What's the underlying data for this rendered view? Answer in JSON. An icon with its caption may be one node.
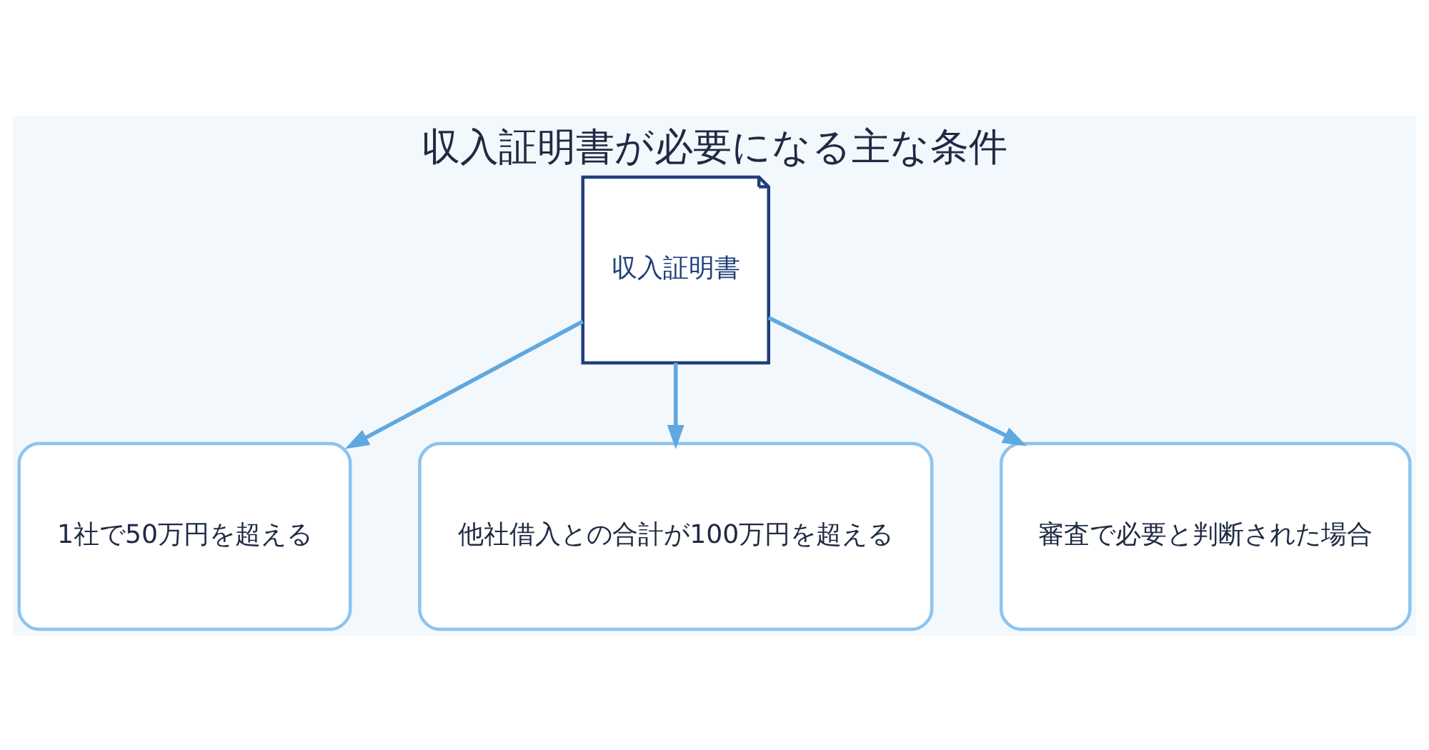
{
  "diagram": {
    "title": "収入証明書が必要になる主な条件",
    "nodes": [
      {
        "text": [
          "収入証明書"
        ]
      },
      {
        "text": [
          "1社で50万円を超える"
        ]
      },
      {
        "text": [
          "他社借入との合計が100万円を超える"
        ]
      },
      {
        "text": [
          "審査で必要と判断された場合"
        ]
      }
    ],
    "edges": [
      {
        "from": 0,
        "to": 1,
        "arrow": "to"
      },
      {
        "from": 0,
        "to": 2,
        "arrow": "to"
      },
      {
        "from": 0,
        "to": 3,
        "arrow": "to"
      }
    ]
  }
}
